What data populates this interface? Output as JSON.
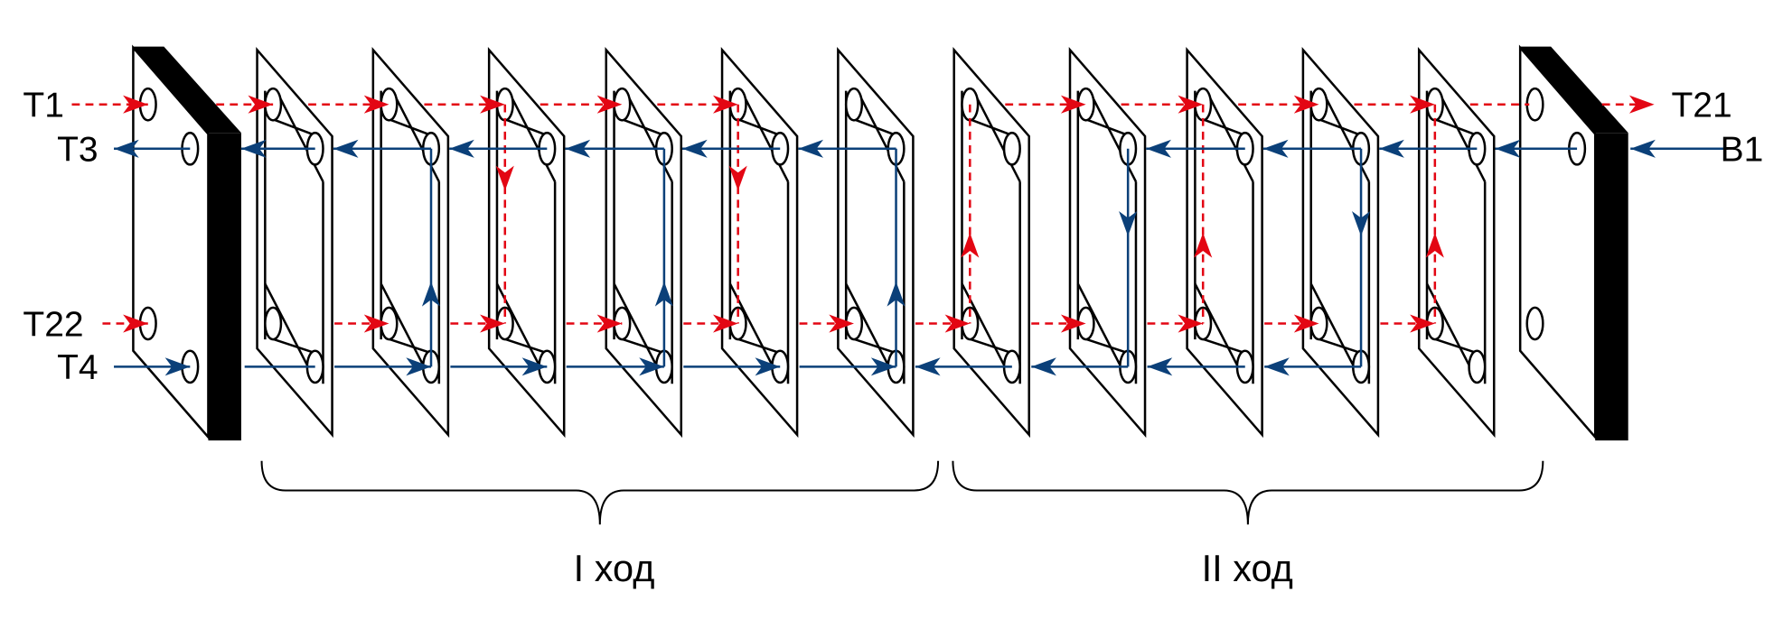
{
  "labels": {
    "t1": "T1",
    "t3": "T3",
    "t22": "T22",
    "t4": "T4",
    "t21": "T21",
    "b1": "B1"
  },
  "passes": {
    "first": "I ход",
    "second": "II ход"
  },
  "colors": {
    "hot_flow": "#e30613",
    "cold_flow": "#0b4079",
    "outline": "#000000",
    "end_plate": "#000000"
  }
}
